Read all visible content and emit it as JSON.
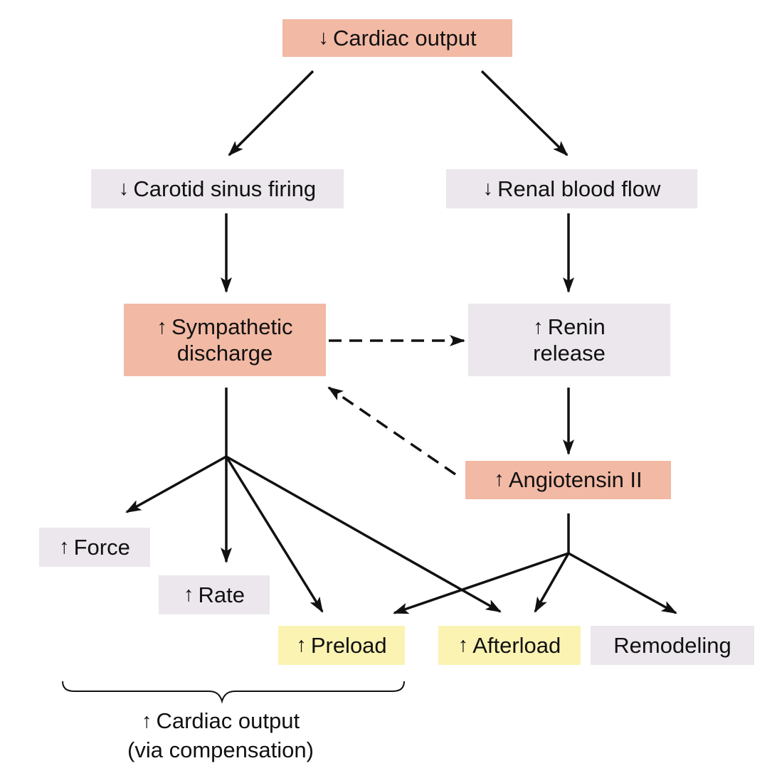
{
  "nodes": {
    "cardiac_output": {
      "arrow": "↓",
      "label": "Cardiac output"
    },
    "carotid": {
      "arrow": "↓",
      "label": "Carotid sinus firing"
    },
    "renal": {
      "arrow": "↓",
      "label": "Renal blood flow"
    },
    "sympathetic": {
      "arrow": "↑",
      "line1": "Sympathetic",
      "line2": "discharge"
    },
    "renin": {
      "arrow": "↑",
      "line1": "Renin",
      "line2": "release"
    },
    "angiotensin": {
      "arrow": "↑",
      "label": "Angiotensin II"
    },
    "force": {
      "arrow": "↑",
      "label": "Force"
    },
    "rate": {
      "arrow": "↑",
      "label": "Rate"
    },
    "preload": {
      "arrow": "↑",
      "label": "Preload"
    },
    "afterload": {
      "arrow": "↑",
      "label": "Afterload"
    },
    "remodeling": {
      "label": "Remodeling"
    }
  },
  "caption": {
    "arrow": "↑",
    "line1": "Cardiac output",
    "line2": "(via compensation)"
  },
  "colors": {
    "salmon": "#f2b9a4",
    "gray": "#ebe7ec",
    "yellow": "#fbf3b2",
    "line": "#111111"
  }
}
